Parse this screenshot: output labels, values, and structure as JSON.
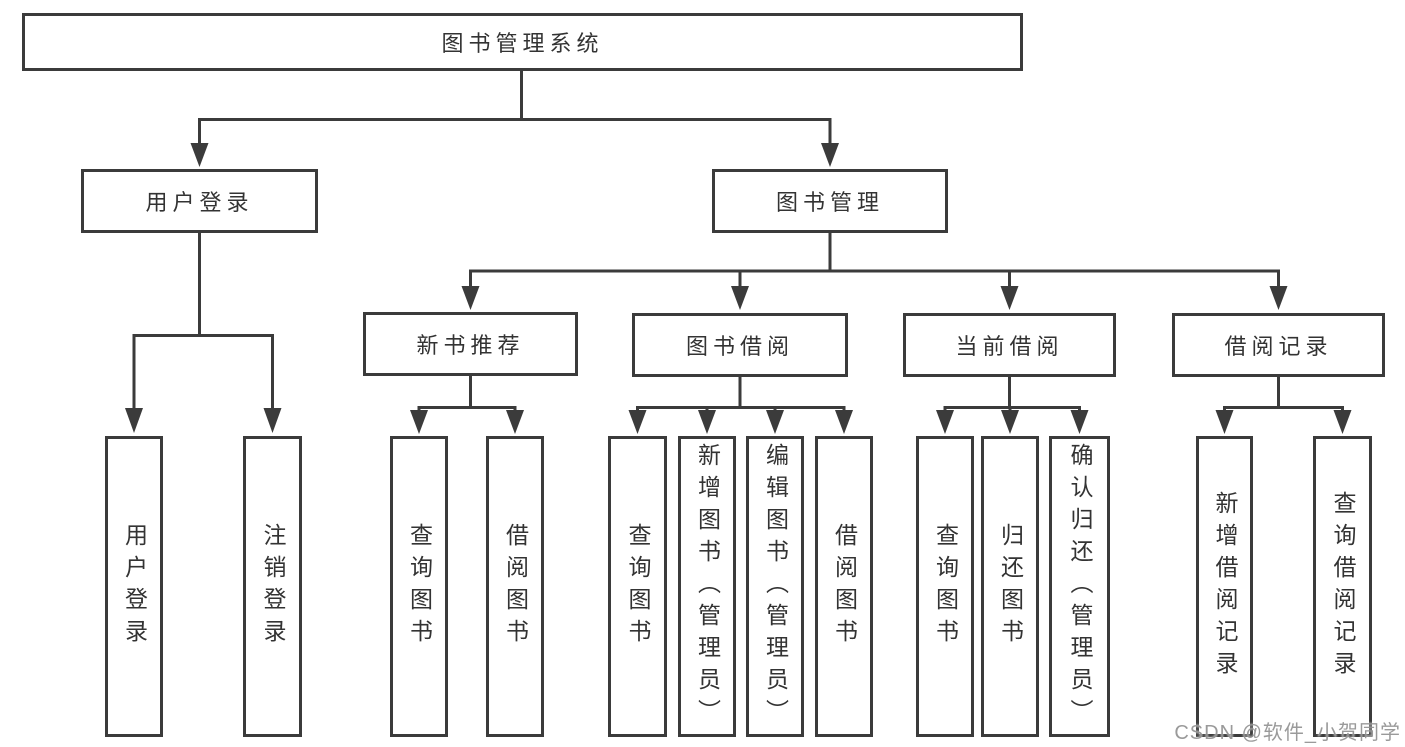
{
  "root": {
    "label": "图书管理系统"
  },
  "level2": {
    "user_login": {
      "label": "用户登录",
      "children": [
        {
          "label": "用户登录"
        },
        {
          "label": "注销登录"
        }
      ]
    },
    "book_mgmt": {
      "label": "图书管理"
    }
  },
  "level3": [
    {
      "label": "新书推荐",
      "children": [
        {
          "label": "查询图书"
        },
        {
          "label": "借阅图书"
        }
      ]
    },
    {
      "label": "图书借阅",
      "children": [
        {
          "label": "查询图书"
        },
        {
          "label": "新增图书（管理员）"
        },
        {
          "label": "编辑图书（管理员）"
        },
        {
          "label": "借阅图书"
        }
      ]
    },
    {
      "label": "当前借阅",
      "children": [
        {
          "label": "查询图书"
        },
        {
          "label": "归还图书"
        },
        {
          "label": "确认归还（管理员）"
        }
      ]
    },
    {
      "label": "借阅记录",
      "children": [
        {
          "label": "新增借阅记录"
        },
        {
          "label": "查询借阅记录"
        }
      ]
    }
  ],
  "watermark": {
    "text": "CSDN @软件_小贺同学"
  },
  "colors": {
    "line": "#3b3b3b",
    "box_border": "#3b3b3b",
    "text": "#333333",
    "background": "#ffffff",
    "watermark": "#919191"
  }
}
